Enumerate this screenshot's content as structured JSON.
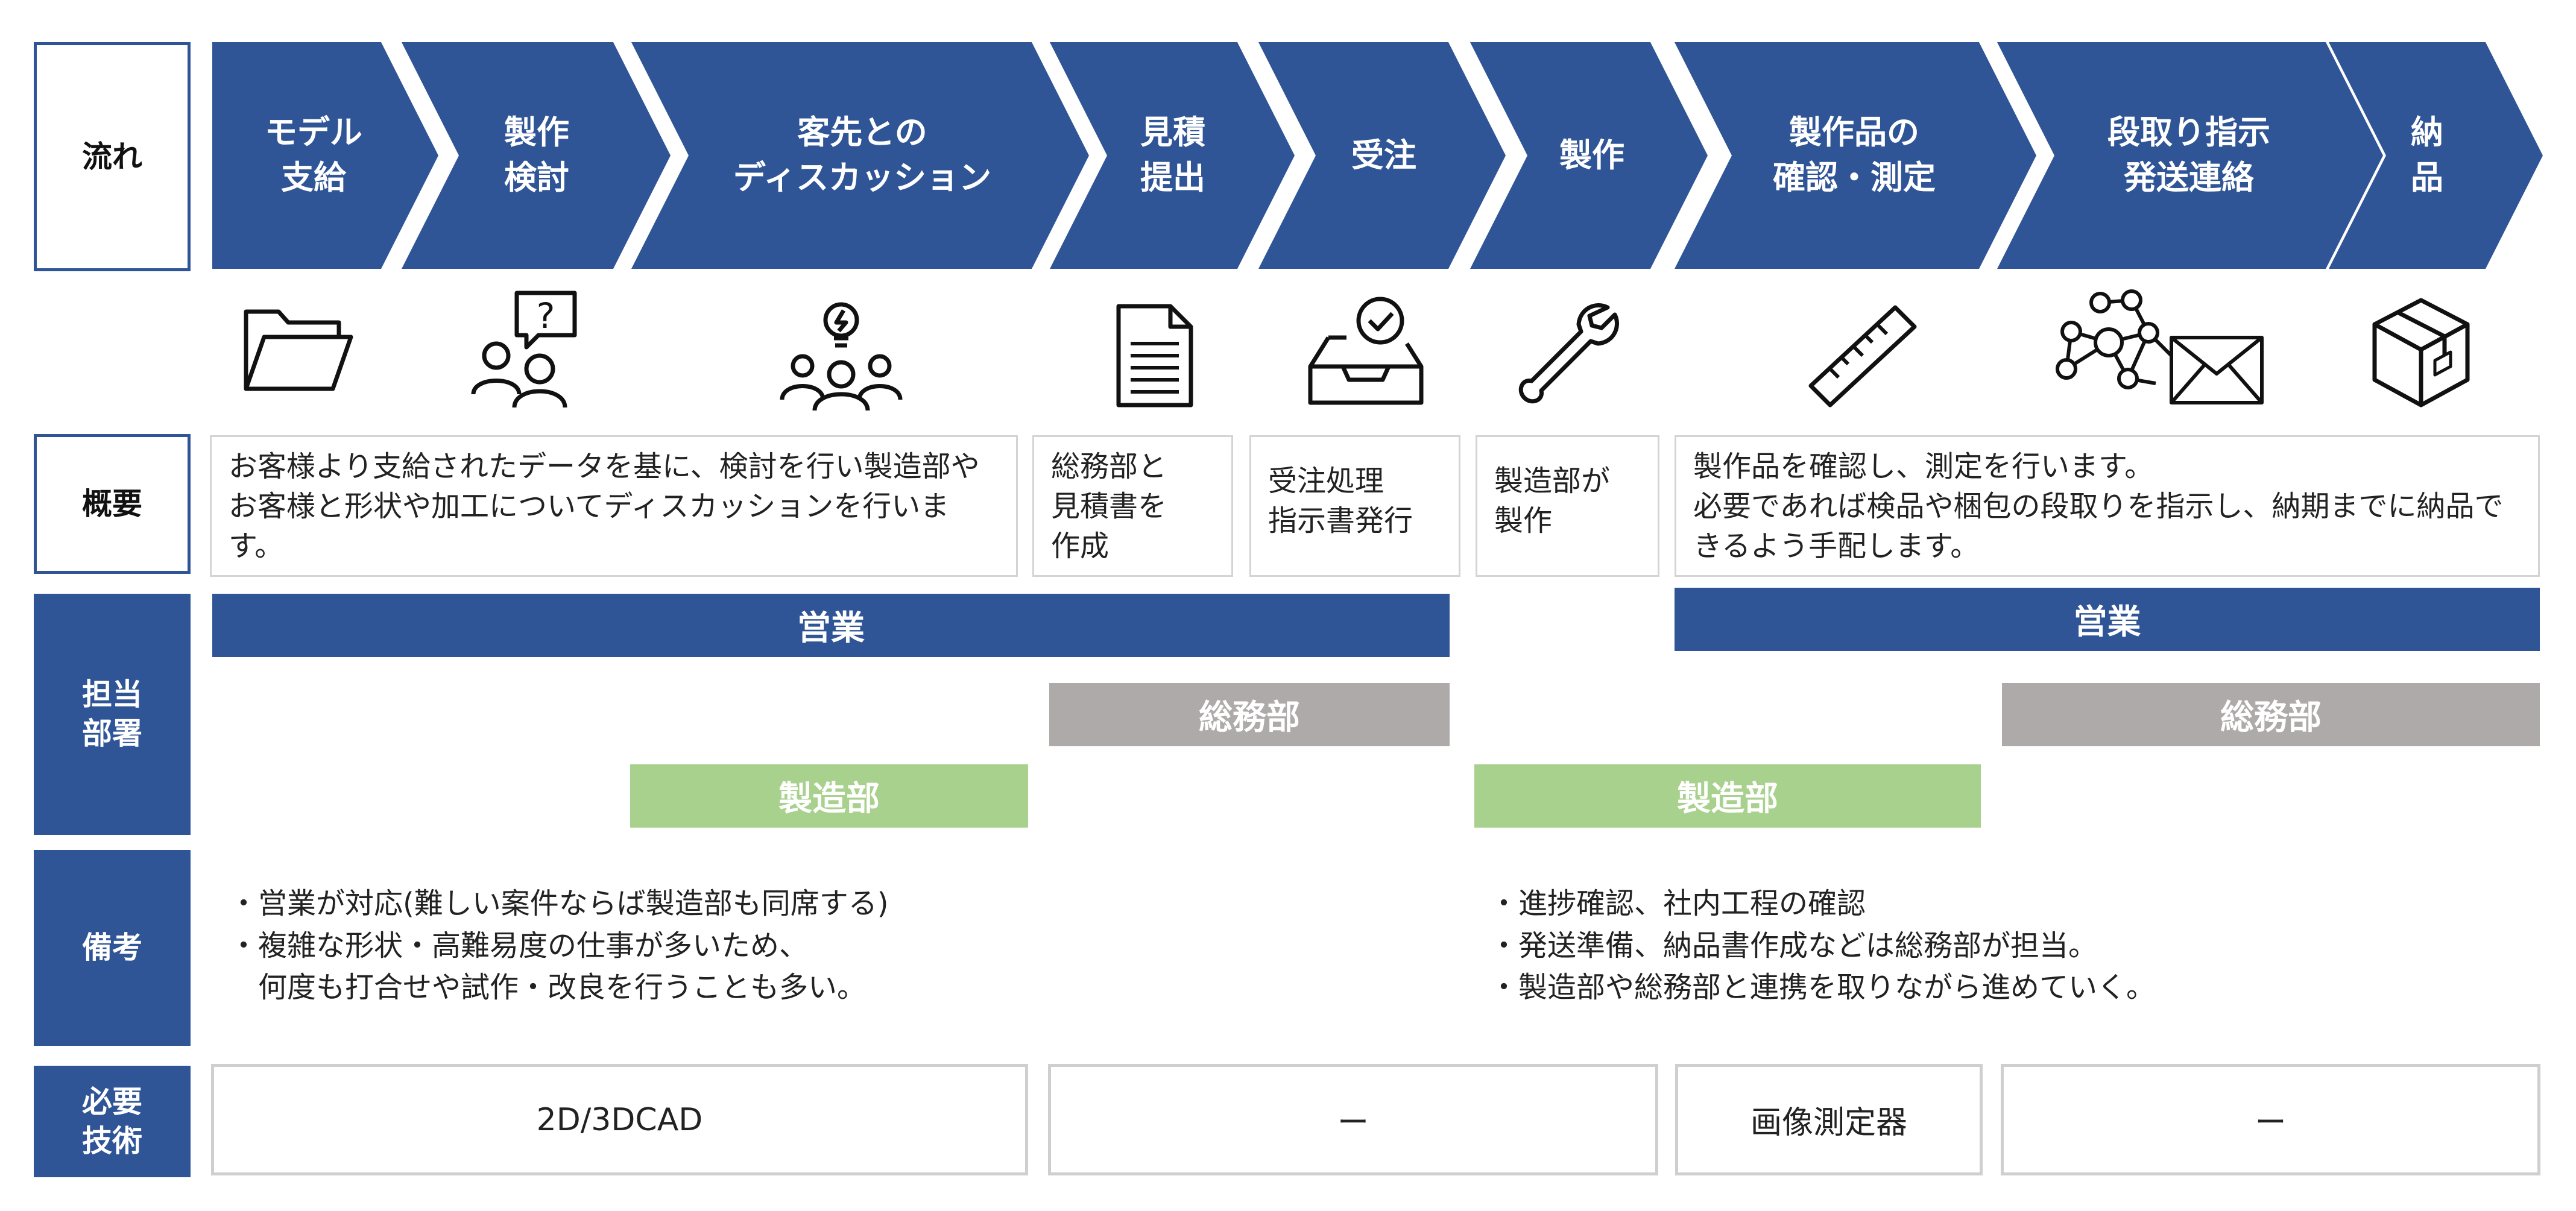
{
  "row_labels": {
    "flow": "流れ",
    "overview": "概要",
    "dept": "担当\n部署",
    "notes": "備考",
    "skills": "必要\n技術"
  },
  "steps": [
    {
      "label": "モデル\n支給",
      "icon": "folder-icon"
    },
    {
      "label": "製作\n検討",
      "icon": "question-people-icon"
    },
    {
      "label": "客先との\nディスカッション",
      "icon": "idea-group-icon"
    },
    {
      "label": "見積\n提出",
      "icon": "document-icon"
    },
    {
      "label": "受注",
      "icon": "inbox-check-icon"
    },
    {
      "label": "製作",
      "icon": "wrench-icon"
    },
    {
      "label": "製作品の\n確認・測定",
      "icon": "ruler-icon"
    },
    {
      "label": "段取り指示\n発送連絡",
      "icon": "network-mail-icon"
    },
    {
      "label": "納\n品",
      "icon": "package-box-icon"
    }
  ],
  "overview": [
    "お客様より支給されたデータを基に、検討を行い製造部やお客様と形状や加工についてディスカッションを行います。",
    "総務部と\n見積書を\n作成",
    "受注処理\n指示書発行",
    "製造部が\n製作",
    "製作品を確認し、測定を行います。\n必要であれば検品や梱包の段取りを指示し、納期までに納品できるよう手配します。"
  ],
  "departments": {
    "sales": "営業",
    "general_affairs": "総務部",
    "manufacturing": "製造部"
  },
  "notes": {
    "left": "・営業が対応(難しい案件ならば製造部も同席する)\n・複雑な形状・高難易度の仕事が多いため、\n　何度も打合せや試作・改良を行うことも多い。",
    "right": "・進捗確認、社内工程の確認\n・発送準備、納品書作成などは総務部が担当。\n・製造部や総務部と連携を取りながら進めていく。"
  },
  "skills": [
    "2D/3DCAD",
    "ー",
    "画像測定器",
    "ー"
  ],
  "colors": {
    "navy": "#2f5597",
    "gray": "#aeaaaa",
    "green": "#a9d18e",
    "border": "#d4d4d4"
  }
}
